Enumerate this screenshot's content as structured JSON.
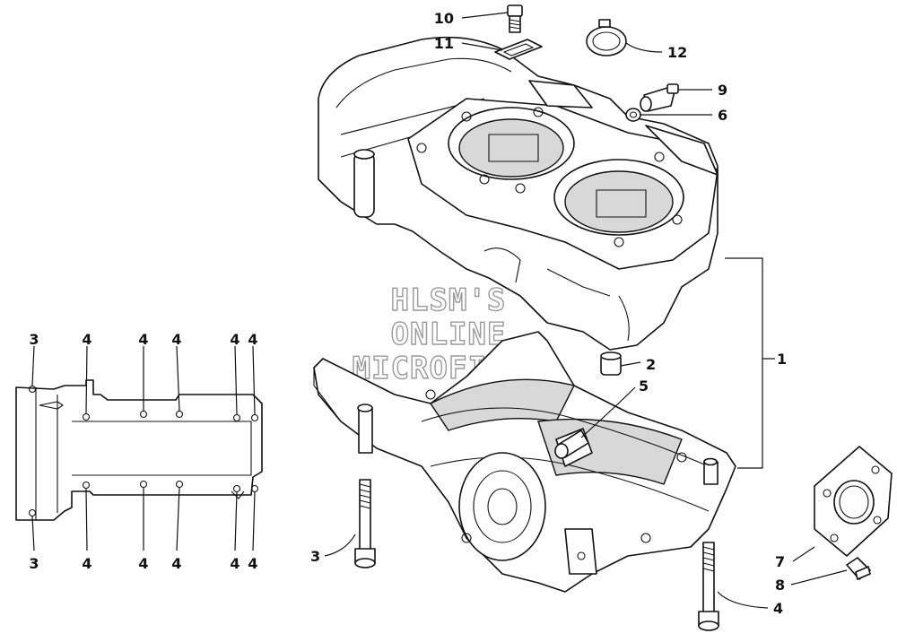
{
  "watermark": {
    "line1": "HLSM'S",
    "line2": "ONLINE",
    "line3": "MICROFICHE"
  },
  "callouts": {
    "c1": "1",
    "c2": "2",
    "c3": "3",
    "c4": "4",
    "c5": "5",
    "c6": "6",
    "c7": "7",
    "c8": "8",
    "c9": "9",
    "c10": "10",
    "c11": "11",
    "c12": "12"
  },
  "tightening_sequence": {
    "top_labels": [
      "3",
      "4",
      "4",
      "4",
      "4",
      "4"
    ],
    "bottom_labels": [
      "3",
      "4",
      "4",
      "4",
      "4",
      "4"
    ]
  }
}
